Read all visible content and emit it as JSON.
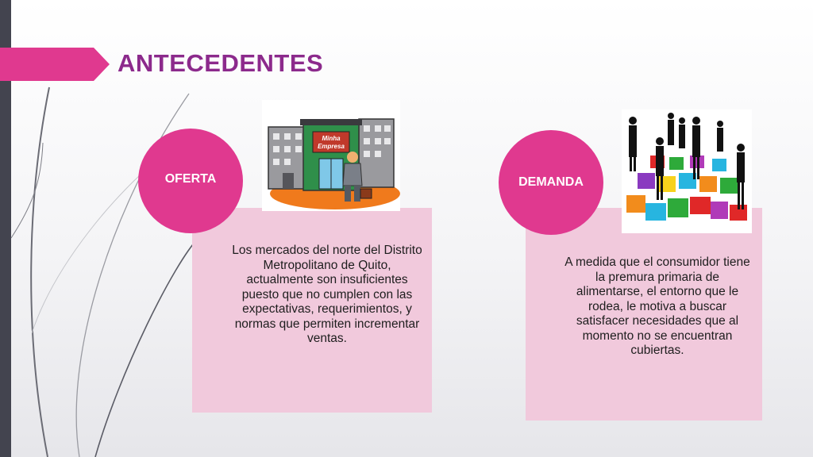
{
  "slide": {
    "title": "ANTECEDENTES"
  },
  "oferta": {
    "label": "OFERTA",
    "text": "Los mercados del norte del Distrito Metropolitano de Quito, actualmente son insuficientes puesto que no cumplen con las expectativas, requerimientos, y normas que permiten incrementar ventas."
  },
  "demanda": {
    "label": "DEMANDA",
    "text": "A medida que el consumidor  tiene la premura primaria de alimentarse, el entorno que le rodea, le motiva a buscar satisfacer necesidades que al momento no se encuentran cubiertas."
  },
  "illustrations": {
    "buildings_sign": "Minha Empresa"
  },
  "colors": {
    "accent_magenta": "#e0398f",
    "title_purple": "#8c2a8c",
    "panel_pink": "#f1c9dc",
    "side_bar": "#43444f"
  }
}
